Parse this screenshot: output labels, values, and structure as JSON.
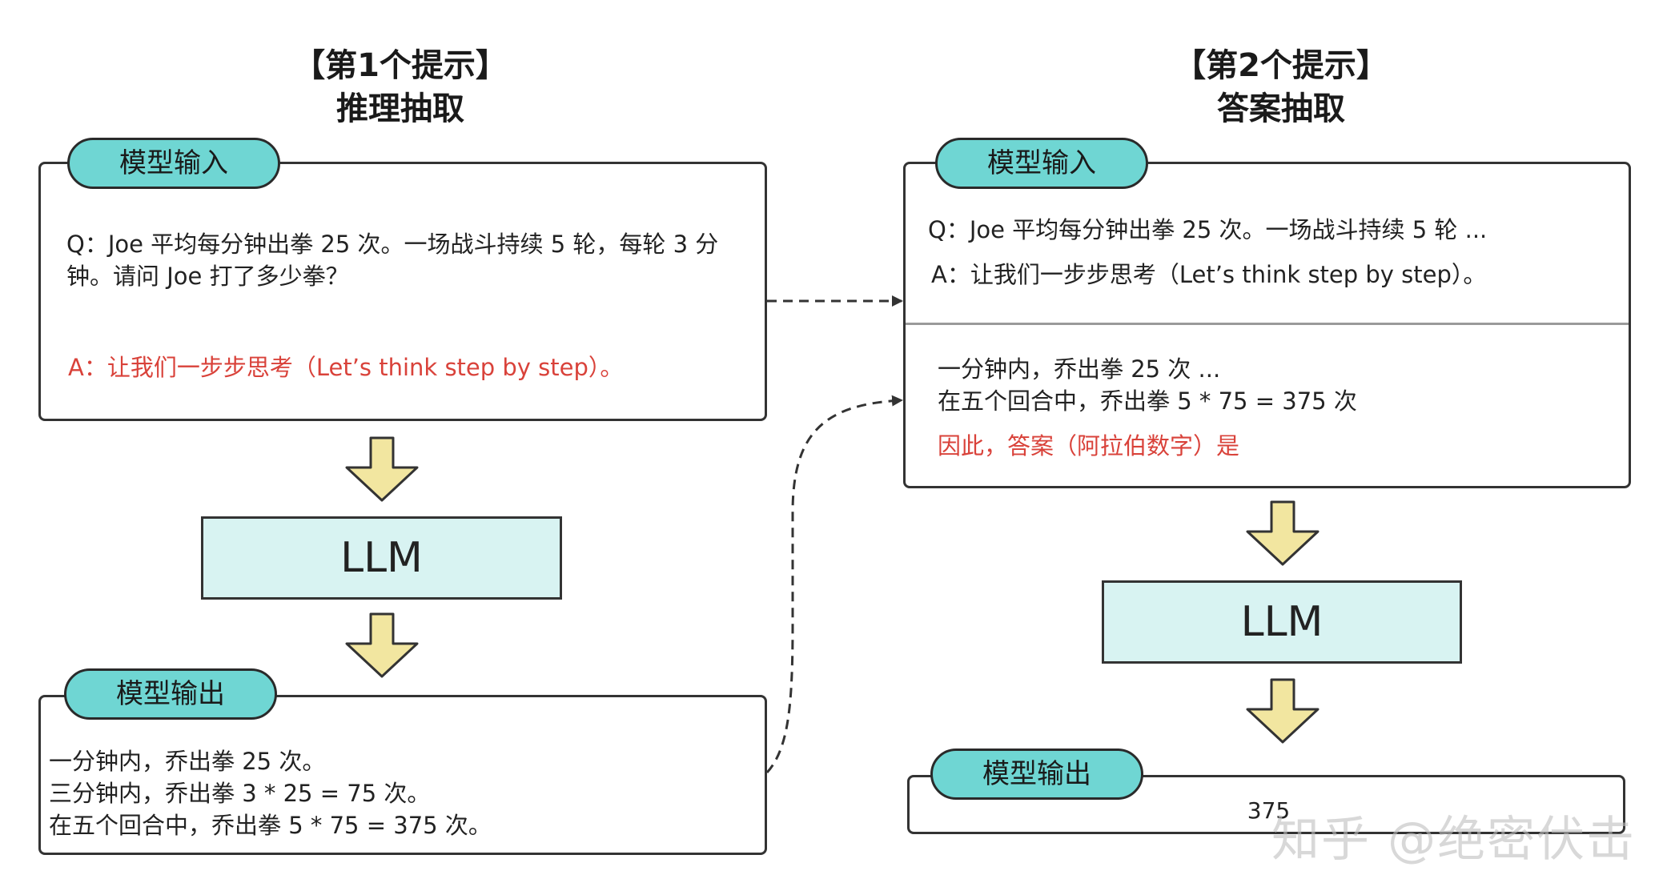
{
  "left": {
    "title_line1": "【第1个提示】",
    "title_line2": "推理抽取",
    "input_pill": "模型输入",
    "question_line1": "Q：Joe 平均每分钟出拳 25 次。一场战斗持续 5 轮，每轮 3 分",
    "question_line2": "钟。请问 Joe 打了多少拳？",
    "answer_prompt": "A：让我们一步步思考（Let’s think step by step）。",
    "llm_label": "LLM",
    "output_pill": "模型输出",
    "output_lines": [
      "一分钟内，乔出拳 25 次。",
      "三分钟内，乔出拳 3 * 25 = 75 次。",
      "在五个回合中，乔出拳 5 * 75 = 375 次。"
    ]
  },
  "right": {
    "title_line1": "【第2个提示】",
    "title_line2": "答案抽取",
    "input_pill": "模型输入",
    "question_line": "Q：Joe 平均每分钟出拳 25 次。一场战斗持续 5 轮 ...",
    "answer_prompt": "A：让我们一步步思考（Let’s think step by step）。",
    "reasoning_line1": "一分钟内，乔出拳 25 次 ...",
    "reasoning_line2": "在五个回合中，乔出拳 5 * 75 = 375 次",
    "extraction_prompt": "因此，答案（阿拉伯数字）是",
    "llm_label": "LLM",
    "output_pill": "模型输出",
    "output_value": "375"
  },
  "watermark": "知乎 @绝密伏击",
  "colors": {
    "pill_fill": "#6fd6d3",
    "llm_fill": "#d8f3f2",
    "arrow_fill": "#f2e6a0",
    "prompt_red": "#d9423a"
  }
}
